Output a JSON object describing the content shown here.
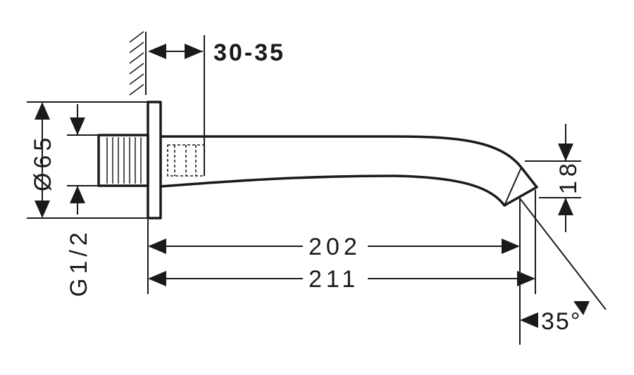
{
  "dimensions": {
    "wall_gap": "30-35",
    "flange_diameter": "Ø65",
    "thread": "G1/2",
    "length_inner": "202",
    "length_outer": "211",
    "outlet_height": "18",
    "outlet_angle": "35°"
  },
  "colors": {
    "ink": "#1a1a1a",
    "background": "#ffffff"
  }
}
